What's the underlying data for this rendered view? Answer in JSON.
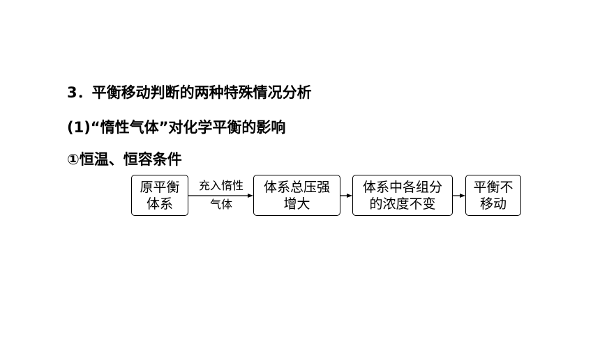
{
  "heading_3": "3．平衡移动判断的两种特殊情况分析",
  "sub_1": "(1)“惰性气体”对化学平衡的影响",
  "case_1": "①恒温、恒容条件",
  "flow": {
    "box1": [
      "原平衡",
      "体系"
    ],
    "arrow1_top": "充入惰性",
    "arrow1_bottom": "气体",
    "box2": [
      "体系总压强",
      "增大"
    ],
    "box3": [
      "体系中各组分",
      "的浓度不变"
    ],
    "box4": [
      "平衡不",
      "移动"
    ]
  }
}
